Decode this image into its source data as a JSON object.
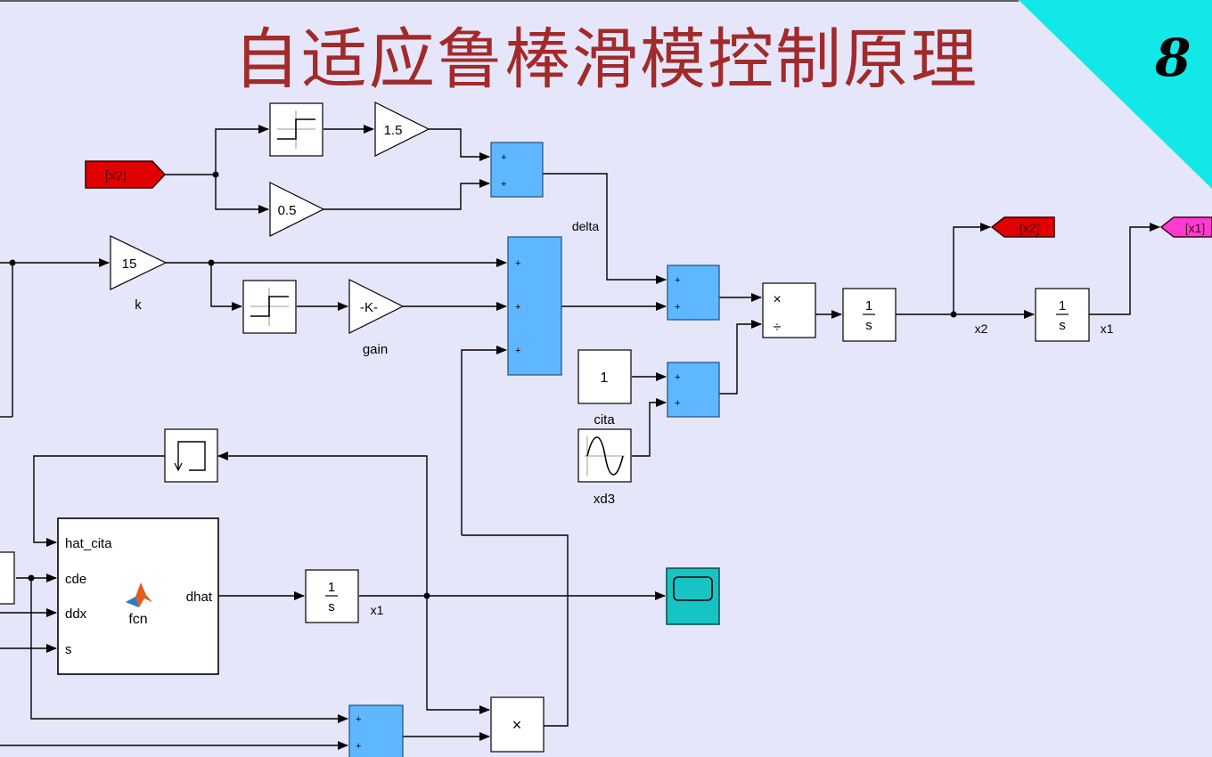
{
  "title": "自适应鲁棒滑模控制原理",
  "page_number": "8",
  "colors": {
    "background": "#e6e6fa",
    "title": "#a22a2a",
    "corner_triangle": "#12e8e8",
    "sum_block": "#5fb8ff",
    "goto_red": "#e00000",
    "goto_magenta": "#ff3ccf",
    "scope": "#17c3c3"
  },
  "blocks": {
    "from_x2_label": "[x2]",
    "goto_x2_label": "[x2]",
    "goto_x1_label": "[x1]",
    "gain_1_5": "1.5",
    "gain_0_5": "0.5",
    "gain_15": "15",
    "gain_15_name": "k",
    "gain_k": "-K-",
    "gain_k_name": "gain",
    "const_1": "1",
    "const_name": "cita",
    "sine_name": "xd3",
    "product_times": "×",
    "product_divide": "÷",
    "product_lower": "×",
    "integrator_num": "1",
    "integrator_den": "s",
    "fcn_name": "fcn",
    "fcn_in_1": "hat_cita",
    "fcn_in_2": "cde",
    "fcn_in_3": "ddx",
    "fcn_in_4": "s",
    "fcn_out": "dhat",
    "plus": "+"
  },
  "signals": {
    "delta": "delta",
    "x2": "x2",
    "x1_right": "x1",
    "x1_lower": "x1"
  }
}
